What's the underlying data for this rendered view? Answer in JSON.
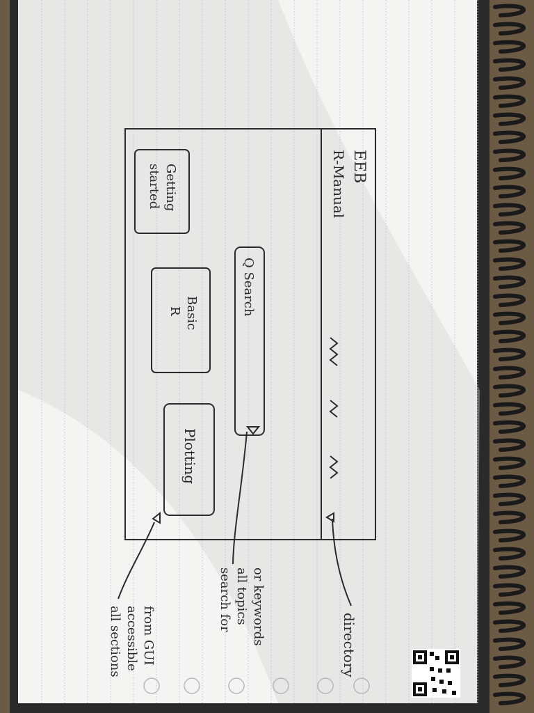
{
  "notebook": {
    "colors": {
      "paper": "#f4f4f2",
      "rule": "#c9ccd0",
      "ink": "#2b2b2b",
      "cover": "#2a2a2a"
    }
  },
  "sketch": {
    "title_line1": "EEB",
    "title_line2": "R-Manual",
    "search_label": "Q Search",
    "tiles": [
      "Getting started",
      "Basic R",
      "Plotting"
    ],
    "getting_started_line1": "Getting",
    "getting_started_line2": "started",
    "basic_line1": "Basic",
    "basic_line2": "R",
    "plotting": "Plotting"
  },
  "annotations": {
    "directory": "directory",
    "search_line1": "search for",
    "search_line2": "all topics",
    "search_line3": "or keywords",
    "sections_line1": "all sections",
    "sections_line2": "accessible",
    "sections_line3": "from GUI"
  },
  "footer": {
    "icons": [
      "heart-icon",
      "gem-icon",
      "bell-icon",
      "clover-icon",
      "star-icon",
      "spiral-icon"
    ]
  }
}
